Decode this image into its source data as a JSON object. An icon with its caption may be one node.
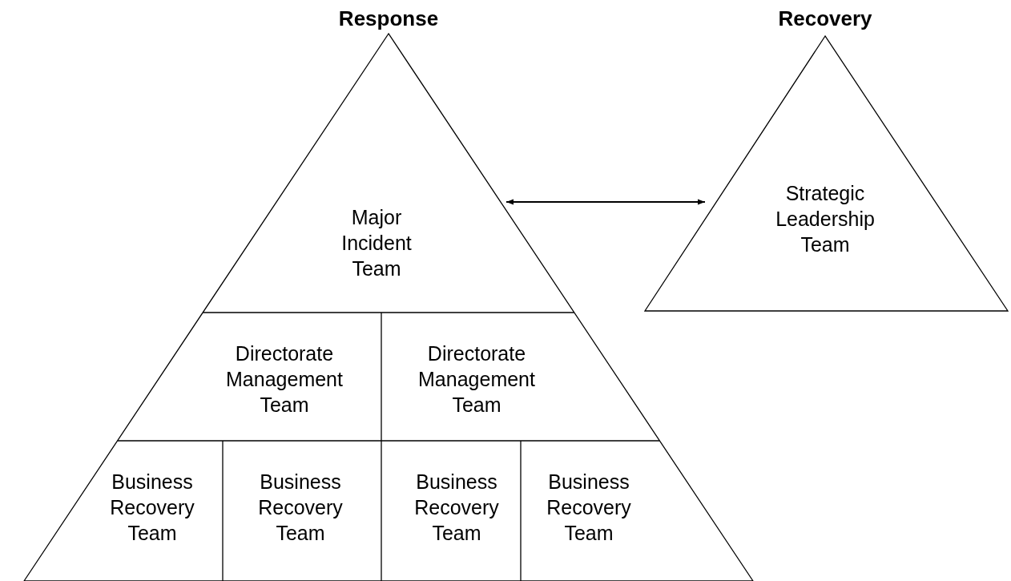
{
  "diagram": {
    "nodes": [
      {
        "text": [
          "Response"
        ]
      },
      {
        "text": [
          "Major Incident Team"
        ],
        "in": 0
      },
      {
        "text": [
          "Directorate Management Team"
        ],
        "in": 0
      },
      {
        "text": [
          "Directorate Management Team"
        ],
        "in": 0
      },
      {
        "text": [
          "Business Recovery Team"
        ],
        "in": 0
      },
      {
        "text": [
          "Business Recovery Team"
        ],
        "in": 0
      },
      {
        "text": [
          "Business Recovery Team"
        ],
        "in": 0
      },
      {
        "text": [
          "Business Recovery Team"
        ],
        "in": 0
      },
      {
        "text": [
          "Recovery",
          "Strategic Leadership Team"
        ]
      }
    ],
    "edges": [
      {
        "from": 0,
        "to": 8,
        "arrow": "both"
      }
    ]
  }
}
